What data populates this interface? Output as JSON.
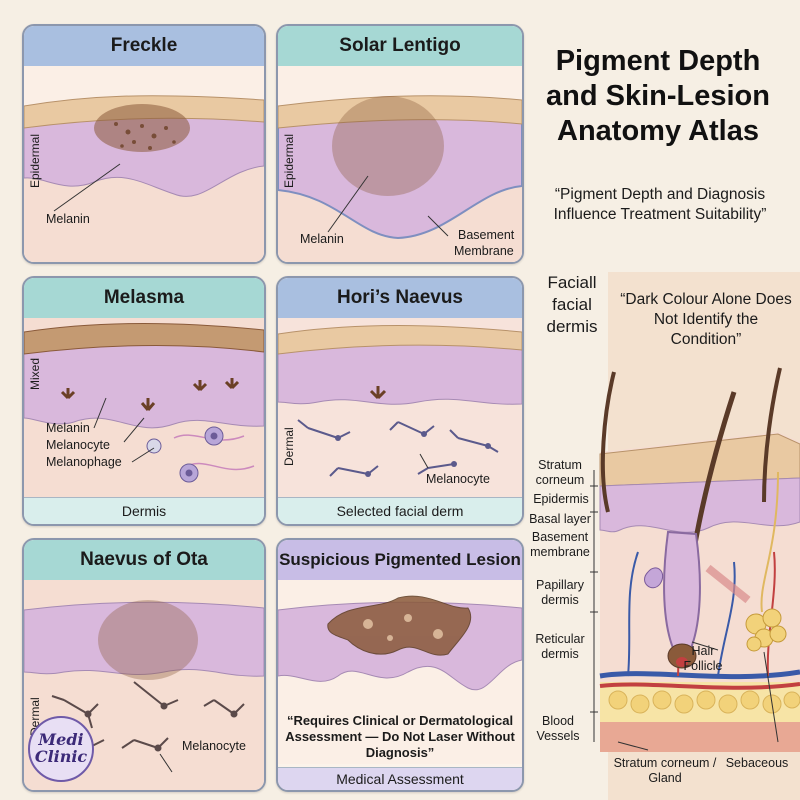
{
  "panels": {
    "freckle": {
      "title": "Freckle",
      "side_label": "Epidermal",
      "labels": [
        "Melanin"
      ]
    },
    "solar_lentigo": {
      "title": "Solar Lentigo",
      "side_label": "Epidermal",
      "labels": [
        "Melanin",
        "Basement",
        "Membrane"
      ]
    },
    "melasma": {
      "title": "Melasma",
      "side_label": "Mixed",
      "labels": [
        "Melanin",
        "Melanocyte",
        "Melanophage"
      ],
      "footer": "Dermis"
    },
    "horis_naevus": {
      "title": "Hori’s Naevus",
      "side_label": "Dermal",
      "labels": [
        "Melanocyte"
      ],
      "footer": "Selected facial derm"
    },
    "naevus_of_ota": {
      "title": "Naevus of Ota",
      "side_label": "Dermal",
      "labels": [
        "Melanocyte"
      ]
    },
    "suspicious": {
      "title": "Suspicious Pigmented Lesion",
      "note": "“Requires Clinical or Dermatological Assessment — Do Not Laser Without Diagnosis”",
      "footer": "Medical Assessment"
    }
  },
  "title": "Pigment Depth and Skin-Lesion Anatomy Atlas",
  "quote_top": "“Pigment Depth and Diagnosis Influence Treatment Suitability”",
  "facial_note": "Faciall facial dermis",
  "quote_right": "“Dark Colour Alone Does Not Identify the Condition”",
  "anatomy": {
    "left_labels": [
      "Stratum corneum",
      "Epidermis",
      "Basal layer",
      "Basement membrane",
      "Papillary dermis",
      "Reticular dermis",
      "Blood Vessels"
    ],
    "hair_follicle": "Hair Follicle",
    "bottom_labels": [
      "Stratum corneum / Gland",
      "Sebaceous"
    ]
  },
  "logo": {
    "line1": "Medi",
    "line2": "Clinic"
  },
  "colors": {
    "header_blue": "#a9bfe0",
    "header_teal": "#a6d8d4",
    "header_purple": "#c8bde6",
    "epidermis": "#d9b8dc",
    "dermis": "#f5ddd2",
    "pigment": "#8a5a3a"
  }
}
